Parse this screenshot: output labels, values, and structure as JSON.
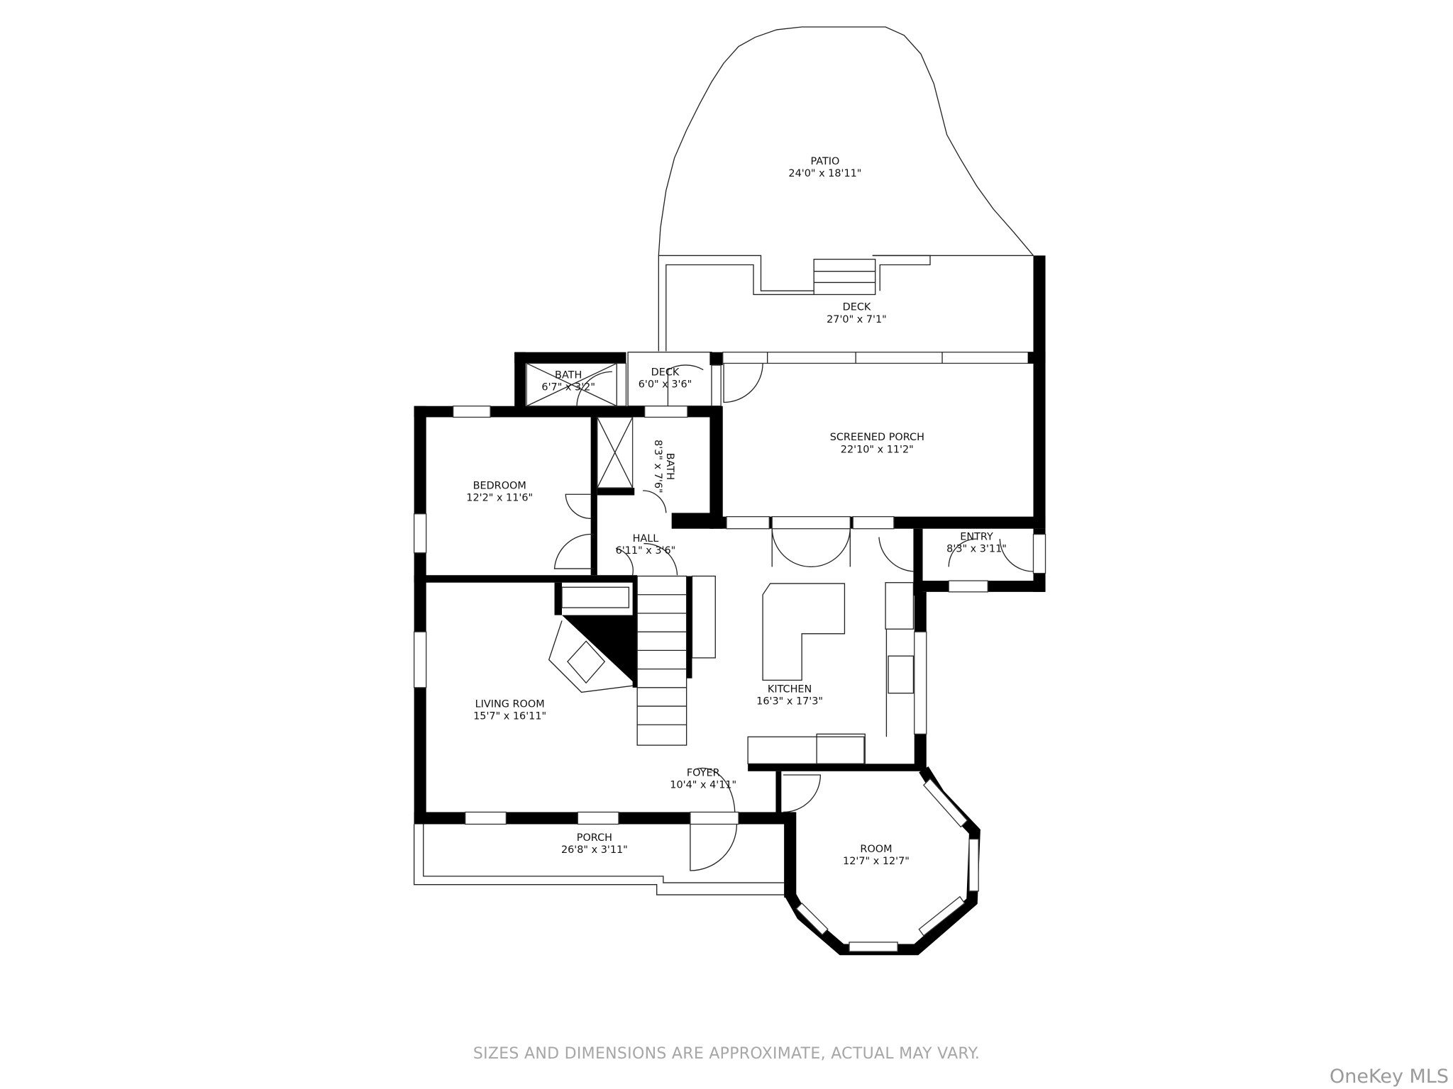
{
  "floor_plan": {
    "rooms": [
      {
        "id": "patio",
        "name": "PATIO",
        "dims": "24'0\" x 18'11\""
      },
      {
        "id": "deck_large",
        "name": "DECK",
        "dims": "27'0\" x 7'1\""
      },
      {
        "id": "bath_small",
        "name": "BATH",
        "dims": "6'7\" x 3'2\""
      },
      {
        "id": "deck_small",
        "name": "DECK",
        "dims": "6'0\" x 3'6\""
      },
      {
        "id": "screened_porch",
        "name": "SCREENED PORCH",
        "dims": "22'10\" x 11'2\""
      },
      {
        "id": "bedroom",
        "name": "BEDROOM",
        "dims": "12'2\" x 11'6\""
      },
      {
        "id": "bath",
        "name": "BATH",
        "dims": "8'3\" x 7'6\""
      },
      {
        "id": "hall",
        "name": "HALL",
        "dims": "6'11\" x 3'6\""
      },
      {
        "id": "entry",
        "name": "ENTRY",
        "dims": "8'3\" x 3'11\""
      },
      {
        "id": "living_room",
        "name": "LIVING ROOM",
        "dims": "15'7\" x 16'11\""
      },
      {
        "id": "kitchen",
        "name": "KITCHEN",
        "dims": "16'3\" x 17'3\""
      },
      {
        "id": "foyer",
        "name": "FOYER",
        "dims": "10'4\" x 4'11\""
      },
      {
        "id": "porch",
        "name": "PORCH",
        "dims": "26'8\" x 3'11\""
      },
      {
        "id": "room",
        "name": "ROOM",
        "dims": "12'7\" x 12'7\""
      }
    ]
  },
  "footer": {
    "disclaimer": "SIZES AND DIMENSIONS ARE APPROXIMATE, ACTUAL MAY VARY.",
    "brand": "OneKey MLS"
  },
  "colors": {
    "wall": "#000000",
    "background": "#ffffff",
    "footer_text": "#a6a6a6"
  }
}
